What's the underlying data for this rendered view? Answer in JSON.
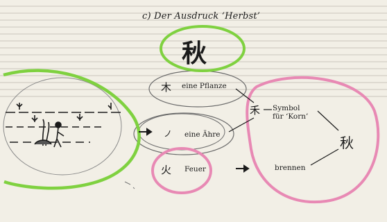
{
  "caption": "c) Der Ausdruck ‘Herbst’",
  "characters": {
    "autumn": "秋",
    "tree": "木",
    "grain": "禾",
    "fire": "火",
    "stroke": "ノ",
    "autumn_small": "秋"
  },
  "labels": {
    "plant": "eine Pflanze",
    "ear": "eine Ähre",
    "fire": "Feuer",
    "symbol_line1": "Symbol",
    "symbol_line2": "für ‘Korn’",
    "burn": "brennen"
  },
  "annotation_colors": {
    "green": "#7fd140",
    "pink": "#e889b4",
    "pencil": "#6b6b6b"
  }
}
